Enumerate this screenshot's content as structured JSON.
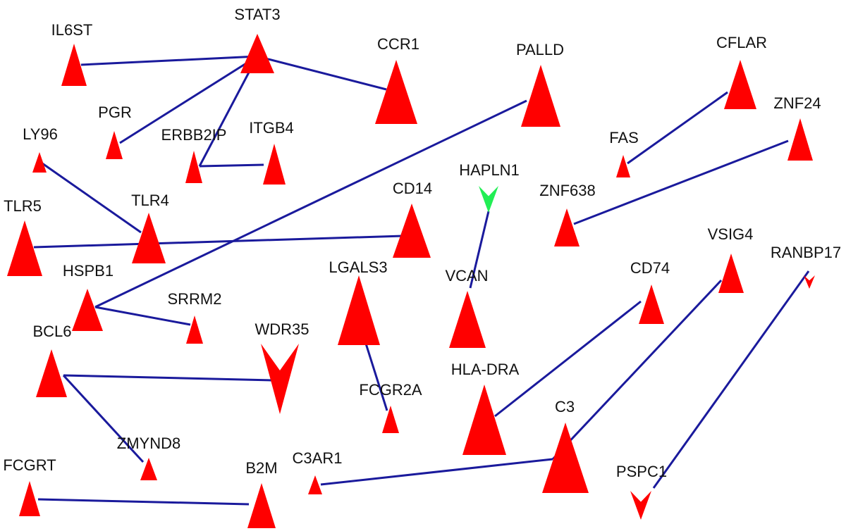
{
  "network": {
    "colors": {
      "up": "#ff0000",
      "down_large": "#ff1a1a",
      "down_small": "#ff1a1a",
      "hapln": "#22ee55",
      "edge": "#1a1a9c",
      "label": "#111111"
    },
    "nodes": [
      {
        "id": "STAT3",
        "label": "STAT3",
        "shape": "up"
      },
      {
        "id": "IL6ST",
        "label": "IL6ST",
        "shape": "up"
      },
      {
        "id": "CCR1",
        "label": "CCR1",
        "shape": "up"
      },
      {
        "id": "PALLD",
        "label": "PALLD",
        "shape": "up"
      },
      {
        "id": "CFLAR",
        "label": "CFLAR",
        "shape": "up"
      },
      {
        "id": "ZNF24",
        "label": "ZNF24",
        "shape": "up"
      },
      {
        "id": "PGR",
        "label": "PGR",
        "shape": "up"
      },
      {
        "id": "LY96",
        "label": "LY96",
        "shape": "up"
      },
      {
        "id": "ERBB2IP",
        "label": "ERBB2IP",
        "shape": "up"
      },
      {
        "id": "ITGB4",
        "label": "ITGB4",
        "shape": "up"
      },
      {
        "id": "FAS",
        "label": "FAS",
        "shape": "up"
      },
      {
        "id": "HAPLN1",
        "label": "HAPLN1",
        "shape": "down"
      },
      {
        "id": "ZNF638",
        "label": "ZNF638",
        "shape": "up"
      },
      {
        "id": "TLR5",
        "label": "TLR5",
        "shape": "up"
      },
      {
        "id": "TLR4",
        "label": "TLR4",
        "shape": "up"
      },
      {
        "id": "CD14",
        "label": "CD14",
        "shape": "up"
      },
      {
        "id": "VSIG4",
        "label": "VSIG4",
        "shape": "up"
      },
      {
        "id": "RANBP17",
        "label": "RANBP17",
        "shape": "down"
      },
      {
        "id": "HSPB1",
        "label": "HSPB1",
        "shape": "up"
      },
      {
        "id": "LGALS3",
        "label": "LGALS3",
        "shape": "up"
      },
      {
        "id": "VCAN",
        "label": "VCAN",
        "shape": "up"
      },
      {
        "id": "CD74",
        "label": "CD74",
        "shape": "up"
      },
      {
        "id": "SRRM2",
        "label": "SRRM2",
        "shape": "up"
      },
      {
        "id": "BCL6",
        "label": "BCL6",
        "shape": "up"
      },
      {
        "id": "WDR35",
        "label": "WDR35",
        "shape": "down"
      },
      {
        "id": "HLA-DRA",
        "label": "HLA-DRA",
        "shape": "up"
      },
      {
        "id": "FCGR2A",
        "label": "FCGR2A",
        "shape": "up"
      },
      {
        "id": "C3",
        "label": "C3",
        "shape": "up"
      },
      {
        "id": "ZMYND8",
        "label": "ZMYND8",
        "shape": "up"
      },
      {
        "id": "FCGRT",
        "label": "FCGRT",
        "shape": "up"
      },
      {
        "id": "B2M",
        "label": "B2M",
        "shape": "up"
      },
      {
        "id": "C3AR1",
        "label": "C3AR1",
        "shape": "up"
      },
      {
        "id": "PSPC1",
        "label": "PSPC1",
        "shape": "down"
      }
    ],
    "edges": [
      [
        "IL6ST",
        "STAT3"
      ],
      [
        "STAT3",
        "CCR1"
      ],
      [
        "STAT3",
        "PGR"
      ],
      [
        "STAT3",
        "ERBB2IP"
      ],
      [
        "ERBB2IP",
        "ITGB4"
      ],
      [
        "LY96",
        "TLR4"
      ],
      [
        "TLR5",
        "CD14"
      ],
      [
        "PALLD",
        "HSPB1"
      ],
      [
        "HSPB1",
        "SRRM2"
      ],
      [
        "CFLAR",
        "FAS"
      ],
      [
        "ZNF24",
        "ZNF638"
      ],
      [
        "HAPLN1",
        "VCAN"
      ],
      [
        "LGALS3",
        "FCGR2A"
      ],
      [
        "BCL6",
        "WDR35"
      ],
      [
        "BCL6",
        "ZMYND8"
      ],
      [
        "FCGRT",
        "B2M"
      ],
      [
        "CD74",
        "HLA-DRA"
      ],
      [
        "VSIG4",
        "C3"
      ],
      [
        "C3AR1",
        "C3"
      ],
      [
        "RANBP17",
        "PSPC1"
      ]
    ]
  }
}
